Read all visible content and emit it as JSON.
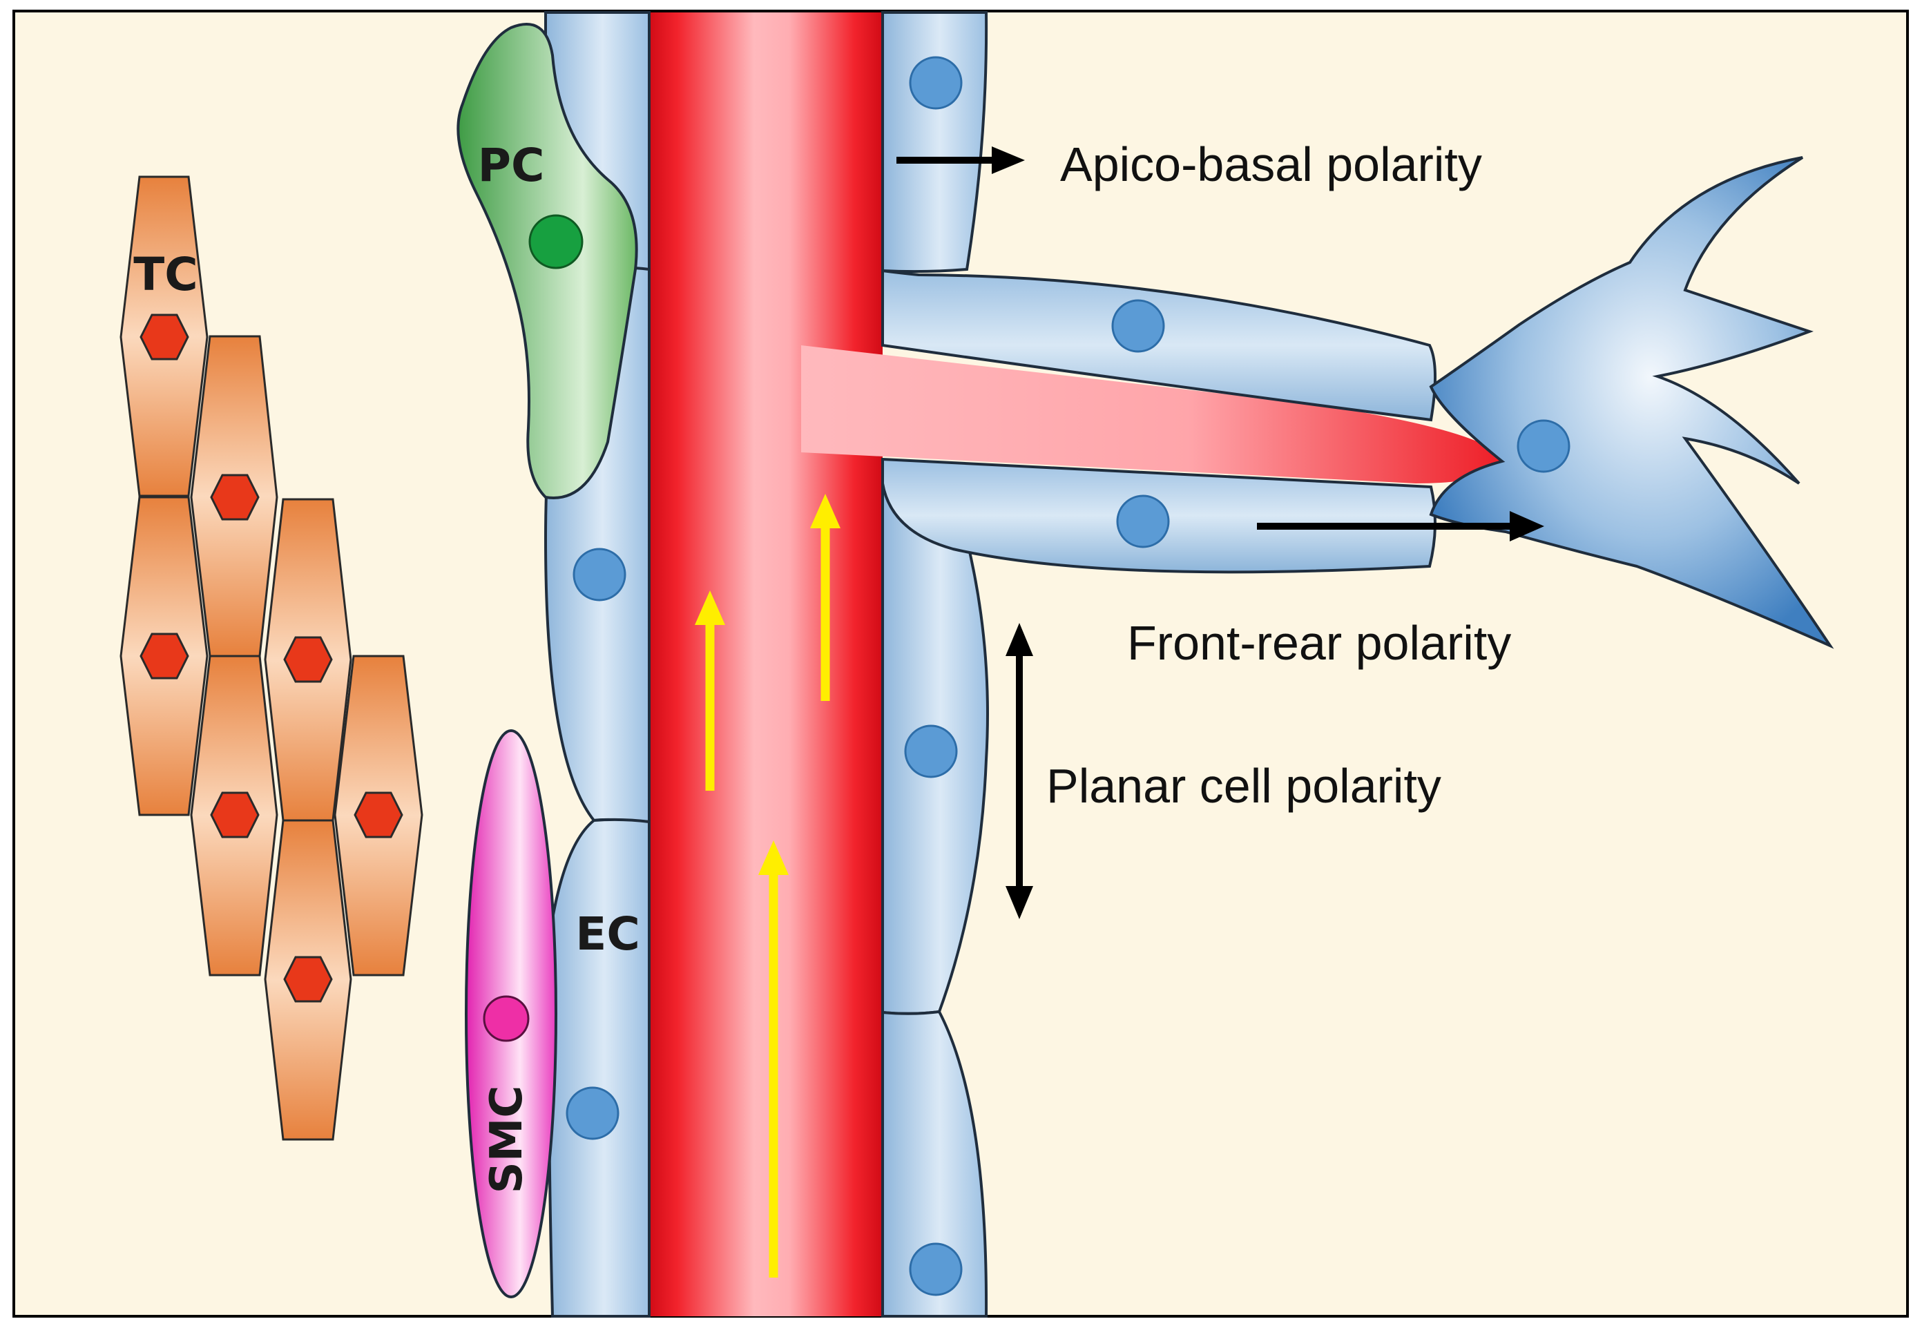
{
  "labels": {
    "tc": "TC",
    "pc": "PC",
    "ec": "EC",
    "smc": "SMC",
    "apico_basal": "Apico-basal polarity",
    "front_rear": "Front-rear polarity",
    "planar": "Planar cell polarity"
  },
  "colors": {
    "background": "#fdf6e3",
    "border": "#000000",
    "vessel_red": "#e8151e",
    "vessel_pink": "#ffb3b8",
    "endothelial_blue": "#b8d3ea",
    "nucleus_blue": "#5b9bd5",
    "pericyte_green": "#6db865",
    "smooth_muscle_magenta": "#ee3fc0",
    "tissue_orange": "#ef9a55",
    "tissue_nucleus": "#e8381a",
    "flow_arrow_yellow": "#ffee00"
  },
  "icons": {
    "flow_arrows": "up-arrow-icon",
    "apico_basal_arrow": "right-arrow-icon",
    "front_rear_arrow": "right-arrow-icon",
    "planar_arrow": "double-vertical-arrow-icon"
  }
}
